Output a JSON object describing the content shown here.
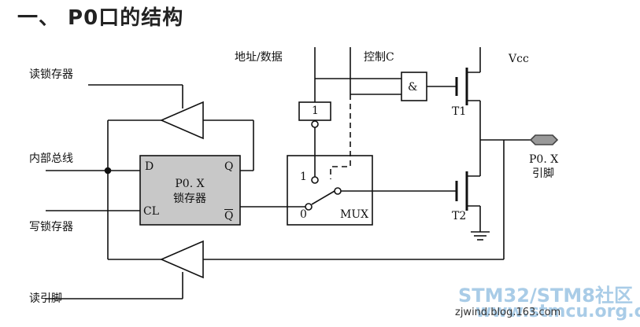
{
  "title": "一、 P0口的结构",
  "labels": {
    "read_latch": "读锁存器",
    "internal_bus": "内部总线",
    "write_latch": "写锁存器",
    "read_pin": "读引脚",
    "address_data": "地址/数据",
    "control": "控制C",
    "vcc": "Vcc",
    "t1": "T1",
    "t2": "T2",
    "port_pin_line1": "P0. X",
    "port_pin_line2": "引脚",
    "latch_line1": "P0. X",
    "latch_line2": "锁存器",
    "latch_d": "D",
    "latch_q": "Q",
    "latch_cl": "CL",
    "latch_qbar": "Q",
    "not_gate": "1",
    "and_gate": "&",
    "mux_1": "1",
    "mux_0": "0",
    "mux": "MUX"
  },
  "watermark": {
    "line1": "STM32/STM8社区",
    "line2": "www.stmcu.org.cn",
    "source": "zjwind.blog.163.com",
    "color": "#a9cce7"
  },
  "colors": {
    "latch_fill": "#c8c8c8",
    "line": "#111111"
  }
}
